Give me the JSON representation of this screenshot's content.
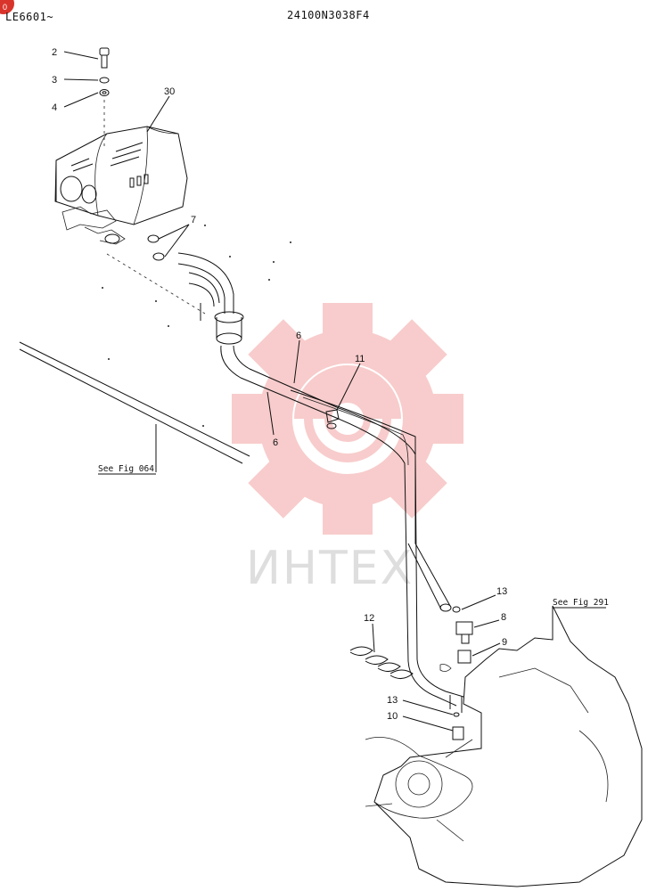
{
  "header": {
    "corner_badge": "0",
    "left_code": "LE6601~",
    "part_number": "24100N3038F4"
  },
  "watermark": {
    "text": "ИНТЕХ",
    "color": "#f29a9a"
  },
  "references": {
    "fig_064": "See Fig 064",
    "fig_291": "See Fig 291"
  },
  "callouts": [
    {
      "id": "c2",
      "label": "2"
    },
    {
      "id": "c3",
      "label": "3"
    },
    {
      "id": "c4",
      "label": "4"
    },
    {
      "id": "c30",
      "label": "30"
    },
    {
      "id": "c7",
      "label": "7"
    },
    {
      "id": "c6a",
      "label": "6"
    },
    {
      "id": "c6b",
      "label": "6"
    },
    {
      "id": "c11",
      "label": "11"
    },
    {
      "id": "c13a",
      "label": "13"
    },
    {
      "id": "c8",
      "label": "8"
    },
    {
      "id": "c9",
      "label": "9"
    },
    {
      "id": "c12",
      "label": "12"
    },
    {
      "id": "c13b",
      "label": "13"
    },
    {
      "id": "c10",
      "label": "10"
    }
  ]
}
